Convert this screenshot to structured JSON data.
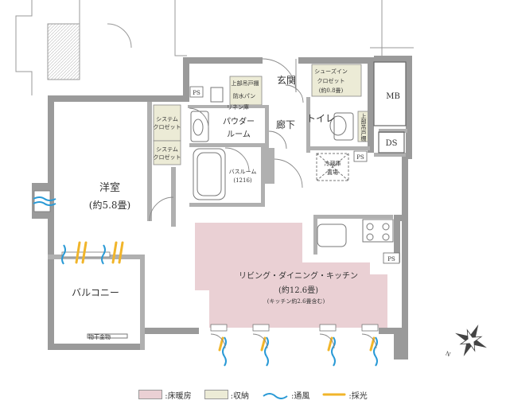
{
  "rooms": {
    "western_room": "洋室",
    "western_room_size": "(約5.8畳)",
    "balcony": "バルコニー",
    "clothes_dryer": "物干金物",
    "powder_room_1": "パウダー",
    "powder_room_2": "ルーム",
    "bathroom": "バスルーム",
    "bathroom_size": "(1216)",
    "entrance": "玄関",
    "hallway": "廊下",
    "toilet": "トイレ",
    "shoe_closet_1": "シューズイン",
    "shoe_closet_2": "クロゼット",
    "shoe_closet_size": "(約0.8畳)",
    "upper_cabinet": "上部吊戸棚",
    "waterproof_pan": "防水パン",
    "linen_shelf": "リネン庫",
    "toilet_upper_cabinet": "上部吊戸棚",
    "fridge_1": "冷蔵庫",
    "fridge_2": "置場",
    "ldk": "リビング・ダイニング・キッチン",
    "ldk_size": "(約12.6畳)",
    "ldk_note": "(キッチン約2.6畳含む)",
    "system_closet_1": "システム",
    "system_closet_2": "クロゼット",
    "mb": "MB",
    "ds": "DS",
    "ps": "PS"
  },
  "legend": {
    "floor_heating": ":床暖房",
    "storage": ":収納",
    "ventilation": ":通風",
    "daylight": ":採光"
  },
  "colors": {
    "floor_heating": "#ead0d4",
    "storage": "#ecebd6",
    "wall": "#9a9a9a",
    "ventilation": "#2a9ad6",
    "daylight": "#f1b52a"
  },
  "compass": "N"
}
